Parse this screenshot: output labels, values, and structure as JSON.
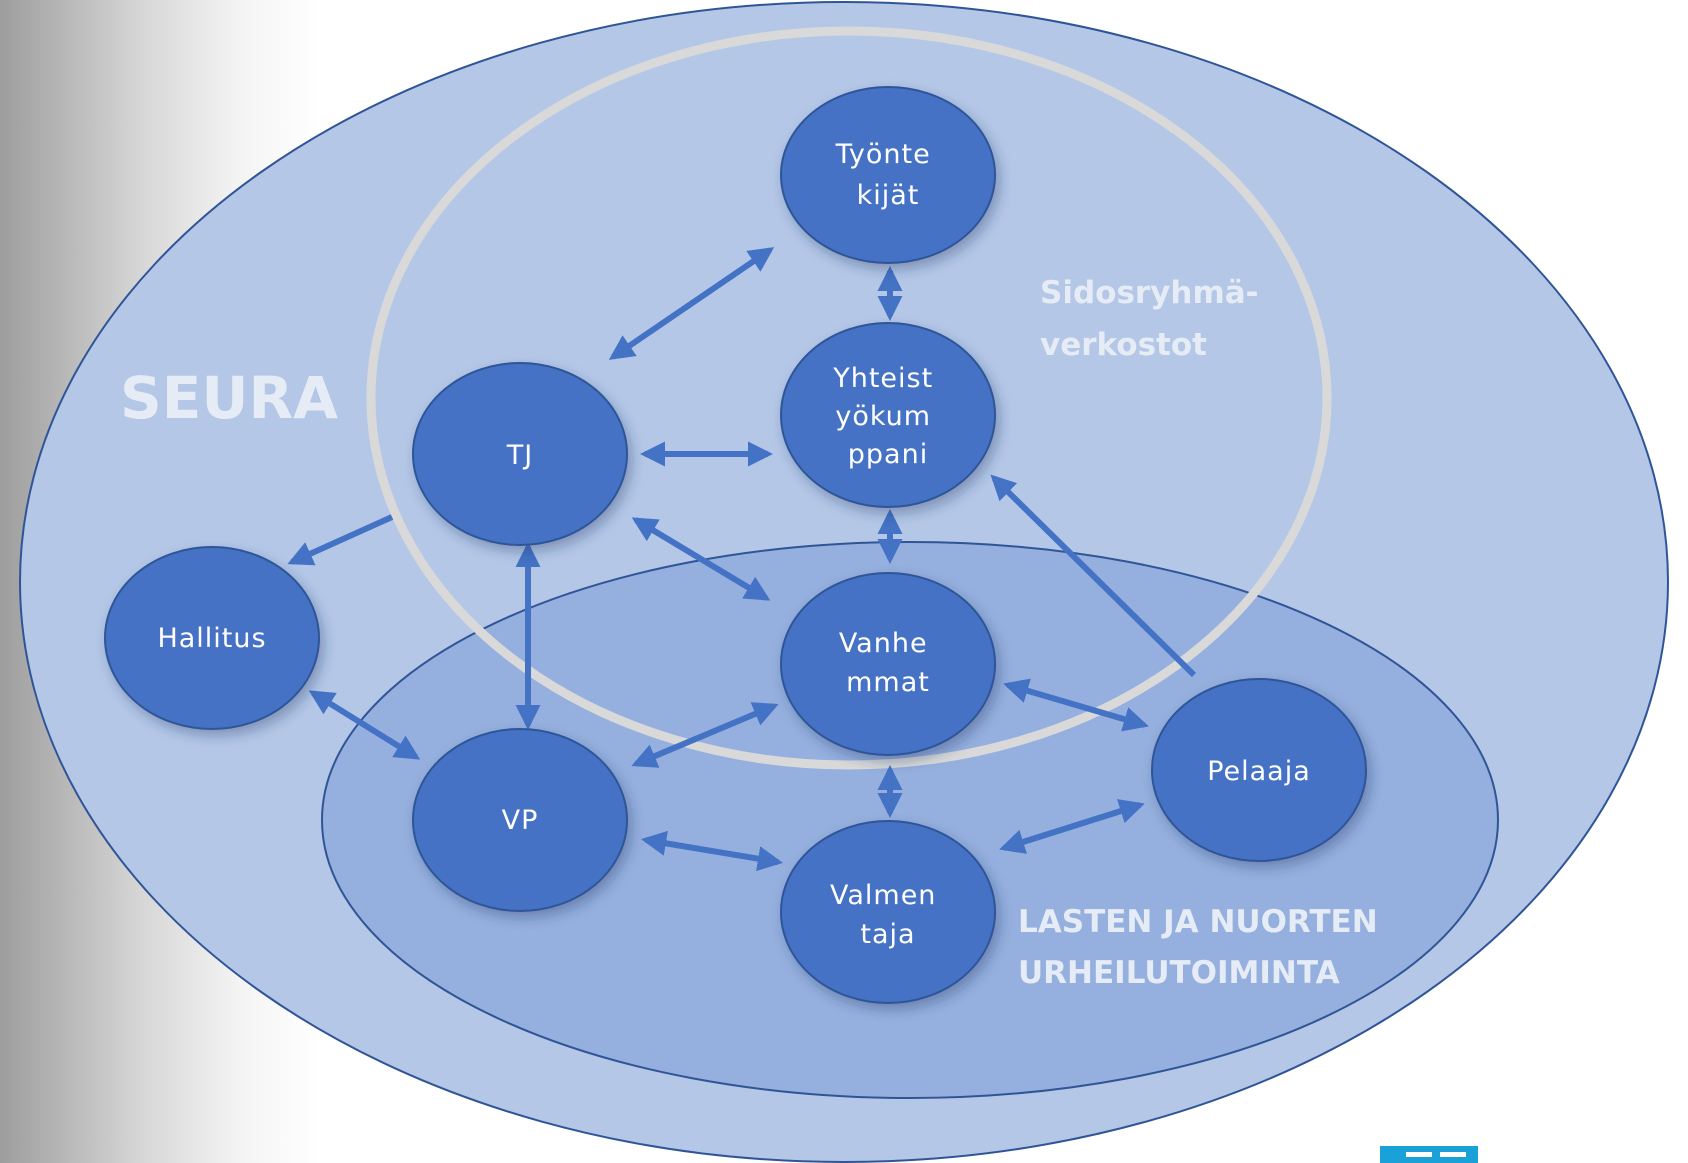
{
  "labels": {
    "seura": "SEURA",
    "sidosryhma": [
      "Sidosryhmä-",
      "verkostot"
    ],
    "lasten": [
      "LASTEN JA NUORTEN",
      "URHEILUTOIMINTA"
    ]
  },
  "nodes": {
    "tyontekijat": [
      "Työnte",
      "kijät"
    ],
    "yhteistyokumppani": [
      "Yhteist",
      "yökum",
      "ppani"
    ],
    "tj": [
      "TJ"
    ],
    "hallitus": [
      "Hallitus"
    ],
    "vanhemmat": [
      "Vanhe",
      "mmat"
    ],
    "vp": [
      "VP"
    ],
    "pelaaja": [
      "Pelaaja"
    ],
    "valmentaja": [
      "Valmen",
      "taja"
    ]
  },
  "colors": {
    "outer_fill": "#b4c7e7",
    "inner_fill": "#8faadc",
    "node_fill": "#4472c4",
    "arrow": "#4472c4",
    "ring": "#d9d9d9",
    "label": "#e6ecf6"
  }
}
